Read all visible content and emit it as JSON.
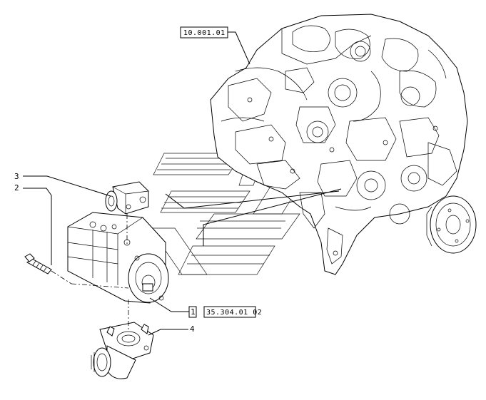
{
  "callouts": {
    "item_3": "3",
    "item_2": "2",
    "item_1": "1",
    "item_4": "4"
  },
  "references": {
    "engine_ref": "10.001.01",
    "pump_ref": "35.304.01 02"
  }
}
